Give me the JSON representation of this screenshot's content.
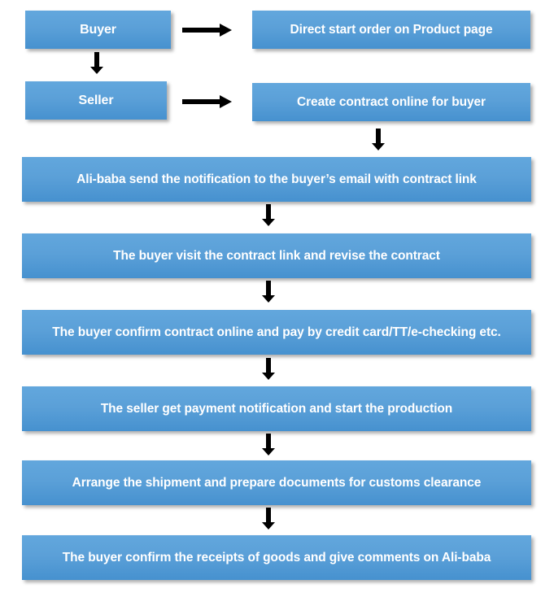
{
  "diagram": {
    "title": "Alibaba online order and contract process flow",
    "colors": {
      "node_fill_top": "#62a7dd",
      "node_fill_bottom": "#4691cf",
      "node_text": "#ffffff",
      "arrow": "#000000",
      "background": "#ffffff"
    },
    "nodes": [
      {
        "id": "buyer",
        "label": "Buyer"
      },
      {
        "id": "direct-start",
        "label": "Direct start order on Product page"
      },
      {
        "id": "seller",
        "label": "Seller"
      },
      {
        "id": "create-contract",
        "label": "Create contract online for buyer"
      },
      {
        "id": "send-notification",
        "label": "Ali-baba send the notification to the buyer’s email with contract link"
      },
      {
        "id": "visit-link",
        "label": "The buyer visit the contract link and revise the contract"
      },
      {
        "id": "confirm-pay",
        "label": "The buyer confirm contract online and pay by credit card/TT/e-checking etc."
      },
      {
        "id": "payment-notice",
        "label": "The seller get payment notification and start the production"
      },
      {
        "id": "arrange-shipment",
        "label": "Arrange the shipment and prepare documents for customs clearance"
      },
      {
        "id": "confirm-receipt",
        "label": "The buyer confirm the receipts of goods and give comments on Ali-baba"
      }
    ],
    "connectors": [
      {
        "id": "buyer-to-direct-start",
        "direction": "right"
      },
      {
        "id": "buyer-to-seller",
        "direction": "down"
      },
      {
        "id": "seller-to-create-contract",
        "direction": "right"
      },
      {
        "id": "create-contract-to-notification",
        "direction": "down"
      },
      {
        "id": "notification-to-visit-link",
        "direction": "down"
      },
      {
        "id": "visit-link-to-confirm-pay",
        "direction": "down"
      },
      {
        "id": "confirm-pay-to-payment-notice",
        "direction": "down"
      },
      {
        "id": "payment-notice-to-arrange",
        "direction": "down"
      },
      {
        "id": "arrange-to-confirm-receipt",
        "direction": "down"
      }
    ]
  }
}
